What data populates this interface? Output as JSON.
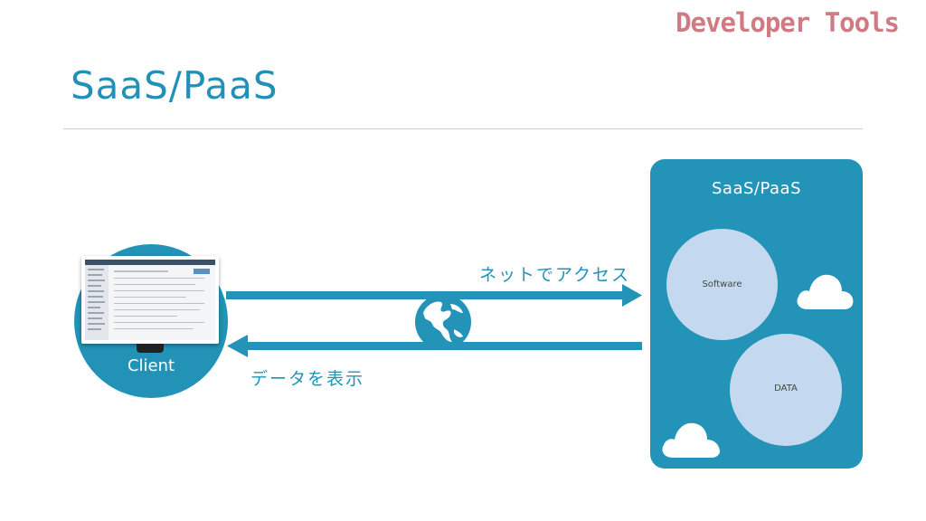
{
  "brand": "Developer Tools",
  "title": "SaaS/PaaS",
  "client": {
    "label": "Client"
  },
  "arrows": {
    "top_label": "ネットでアクセス",
    "bottom_label": "データを表示"
  },
  "saas_panel": {
    "title": "SaaS/PaaS",
    "software_label": "Software",
    "data_label": "DATA"
  },
  "icons": [
    "globe-icon",
    "cloud-icon",
    "monitor-icon"
  ],
  "colors": {
    "accent": "#2394b8",
    "brand": "#d07b84",
    "bubble": "#c4d9ef"
  }
}
